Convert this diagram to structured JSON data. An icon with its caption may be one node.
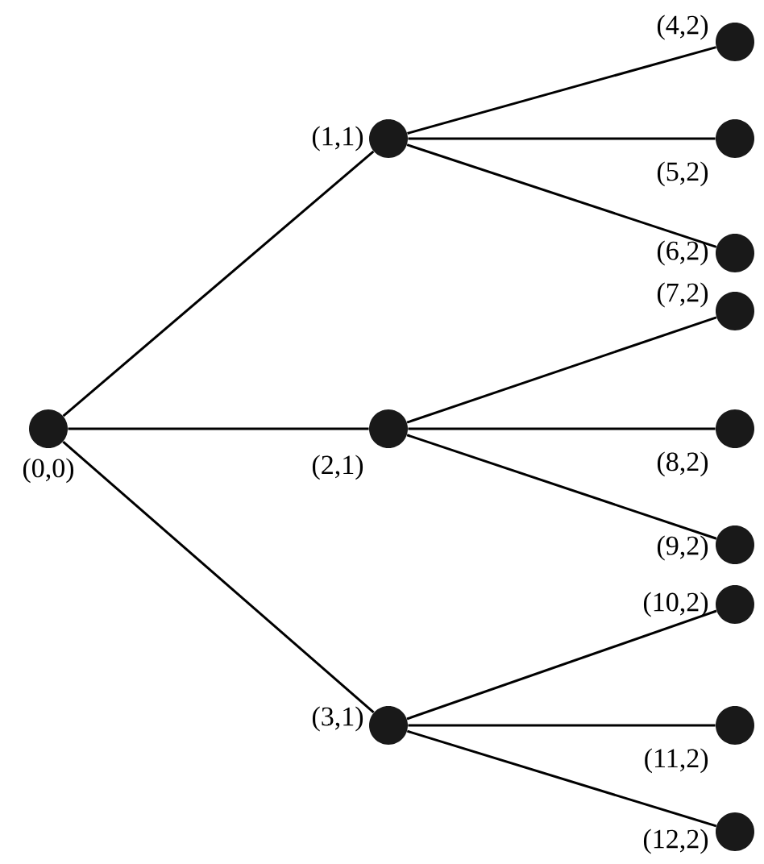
{
  "diagram": {
    "nodes": [
      {
        "text": [],
        "shape": "circle",
        "beside": [
          "(0,0)"
        ]
      },
      {
        "text": [],
        "shape": "circle",
        "beside": [
          "(1,1)"
        ]
      },
      {
        "text": [],
        "shape": "circle",
        "beside": [
          "(2,1)"
        ]
      },
      {
        "text": [],
        "shape": "circle",
        "beside": [
          "(3,1)"
        ]
      },
      {
        "text": [],
        "shape": "circle",
        "beside": [
          "(4,2)"
        ]
      },
      {
        "text": [],
        "shape": "circle",
        "beside": [
          "(5,2)"
        ]
      },
      {
        "text": [],
        "shape": "circle",
        "beside": [
          "(6,2)"
        ]
      },
      {
        "text": [],
        "shape": "circle",
        "beside": [
          "(7,2)"
        ]
      },
      {
        "text": [],
        "shape": "circle",
        "beside": [
          "(8,2)"
        ]
      },
      {
        "text": [],
        "shape": "circle",
        "beside": [
          "(9,2)"
        ]
      },
      {
        "text": [],
        "shape": "circle",
        "beside": [
          "(10,2)"
        ]
      },
      {
        "text": [],
        "shape": "circle",
        "beside": [
          "(11,2)"
        ]
      },
      {
        "text": [],
        "shape": "circle",
        "beside": [
          "(12,2)"
        ]
      }
    ],
    "edges": [
      {
        "from": 0,
        "to": 1,
        "arrow": "none"
      },
      {
        "from": 0,
        "to": 2,
        "arrow": "none"
      },
      {
        "from": 0,
        "to": 3,
        "arrow": "none"
      },
      {
        "from": 1,
        "to": 4,
        "arrow": "none"
      },
      {
        "from": 1,
        "to": 5,
        "arrow": "none"
      },
      {
        "from": 1,
        "to": 6,
        "arrow": "none"
      },
      {
        "from": 2,
        "to": 7,
        "arrow": "none"
      },
      {
        "from": 2,
        "to": 8,
        "arrow": "none"
      },
      {
        "from": 2,
        "to": 9,
        "arrow": "none"
      },
      {
        "from": 3,
        "to": 10,
        "arrow": "none"
      },
      {
        "from": 3,
        "to": 11,
        "arrow": "none"
      },
      {
        "from": 3,
        "to": 12,
        "arrow": "none"
      }
    ]
  }
}
